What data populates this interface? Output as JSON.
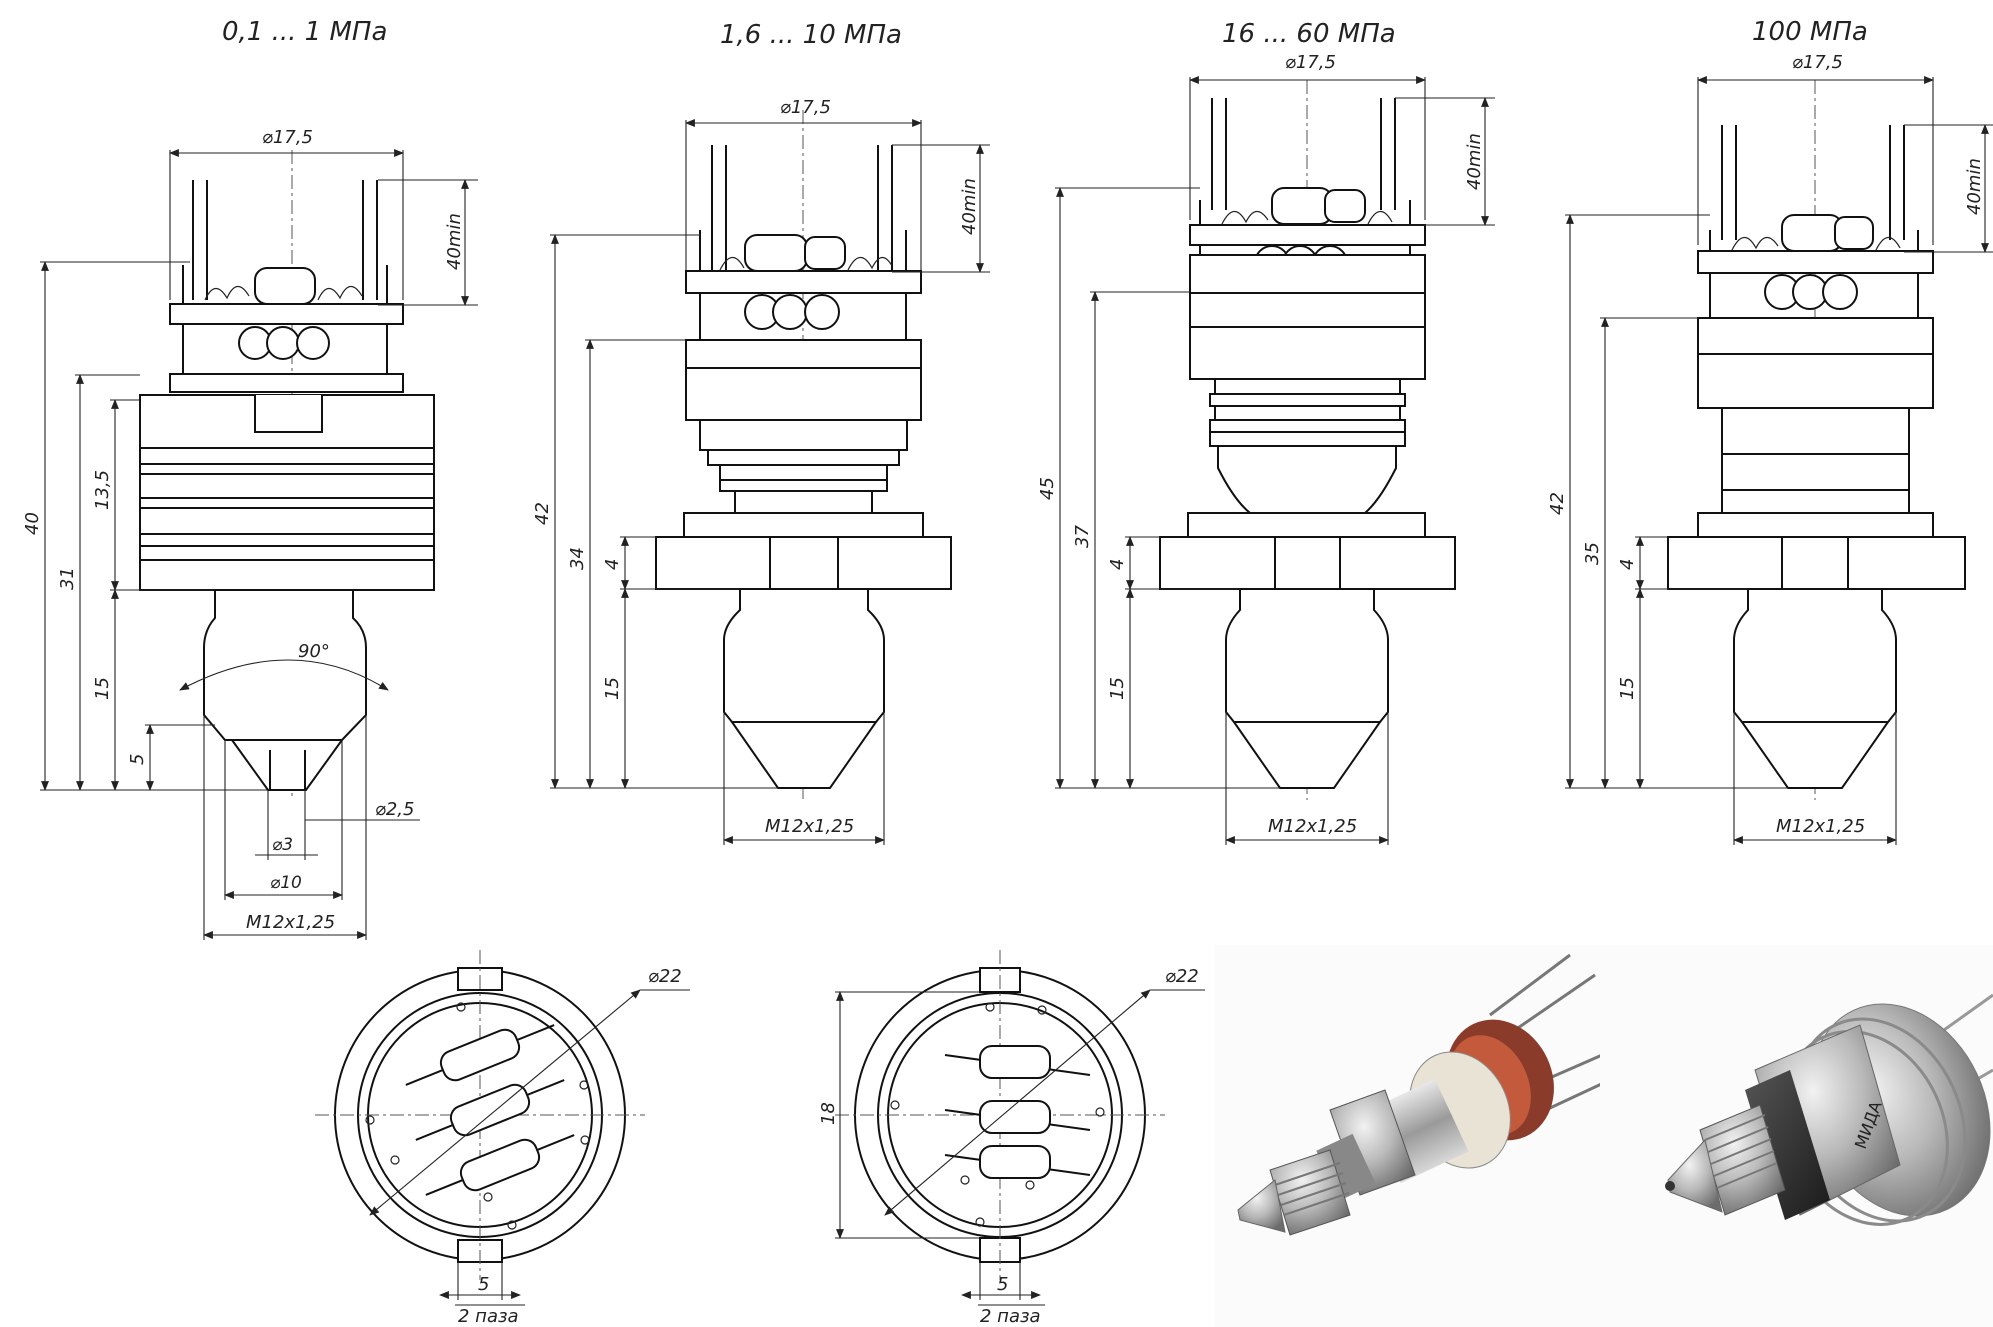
{
  "views": [
    {
      "title": "0,1 ... 1 МПа",
      "dims": {
        "diam_top": "⌀17,5",
        "min_len": "40min",
        "h_total": "40",
        "h_mid": "31",
        "h_body": "13,5",
        "h_thread": "15",
        "h_tip": "5",
        "angle": "90°",
        "d_hole": "⌀2,5",
        "d_small": "⌀3",
        "d_tip": "⌀10",
        "thread": "M12x1,25"
      }
    },
    {
      "title": "1,6 ... 10 МПа",
      "dims": {
        "diam_top": "⌀17,5",
        "min_len": "40min",
        "h_total": "42",
        "h_mid": "34",
        "h_nut": "4",
        "h_thread": "15",
        "thread": "M12x1,25"
      }
    },
    {
      "title": "16 ... 60 МПа",
      "dims": {
        "diam_top": "⌀17,5",
        "min_len": "40min",
        "h_total": "45",
        "h_mid": "37",
        "h_nut": "4",
        "h_thread": "15",
        "thread": "M12x1,25"
      }
    },
    {
      "title": "100 МПа",
      "dims": {
        "diam_top": "⌀17,5",
        "min_len": "40min",
        "h_total": "42",
        "h_mid": "35",
        "h_nut": "4",
        "h_thread": "15",
        "thread": "M12x1,25"
      }
    }
  ],
  "bottom_views": [
    {
      "diam": "⌀22",
      "slot_w": "5",
      "slots": "2 паза"
    },
    {
      "diam": "⌀22",
      "height": "18",
      "slot_w": "5",
      "slots": "2 паза"
    }
  ],
  "photo_labels": {
    "engraving": "МИДА"
  },
  "colors": {
    "line": "#111111",
    "background": "#ffffff",
    "photo_metal": "#b9b9b9",
    "photo_dark": "#2a2a2a",
    "photo_copper": "#8a3b2a"
  }
}
